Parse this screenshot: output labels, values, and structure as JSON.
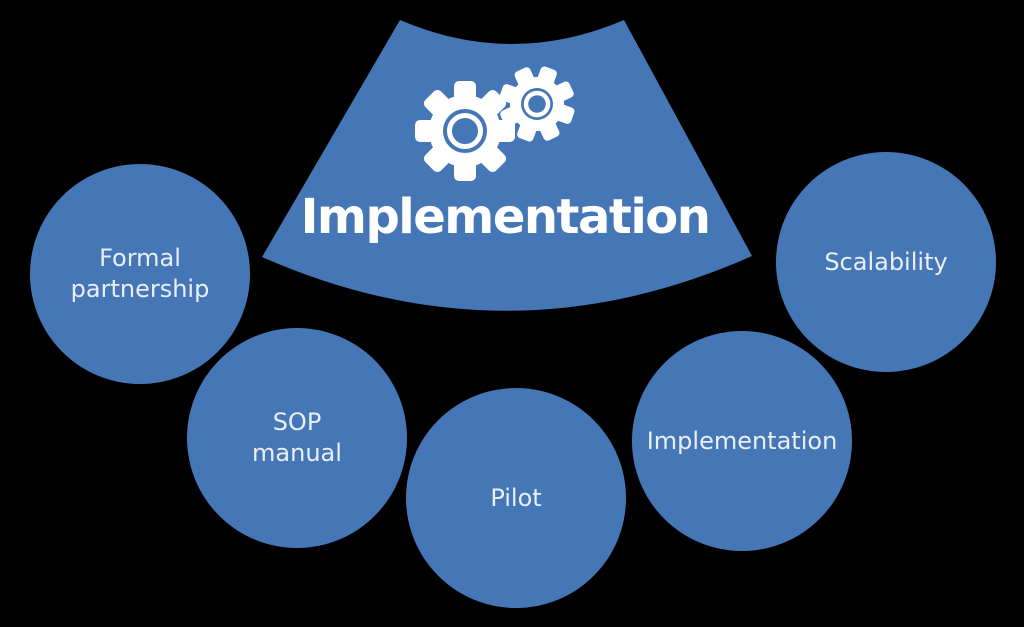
{
  "colors": {
    "background": "#000000",
    "shape": "#4577b6",
    "title": "#ffffff",
    "label": "#eaeef7"
  },
  "banner": {
    "title": "Implementation",
    "icon": "gears-icon"
  },
  "circles": [
    {
      "label": "Formal\npartnership"
    },
    {
      "label": "SOP\nmanual"
    },
    {
      "label": "Pilot"
    },
    {
      "label": "Implementation"
    },
    {
      "label": "Scalability"
    }
  ]
}
